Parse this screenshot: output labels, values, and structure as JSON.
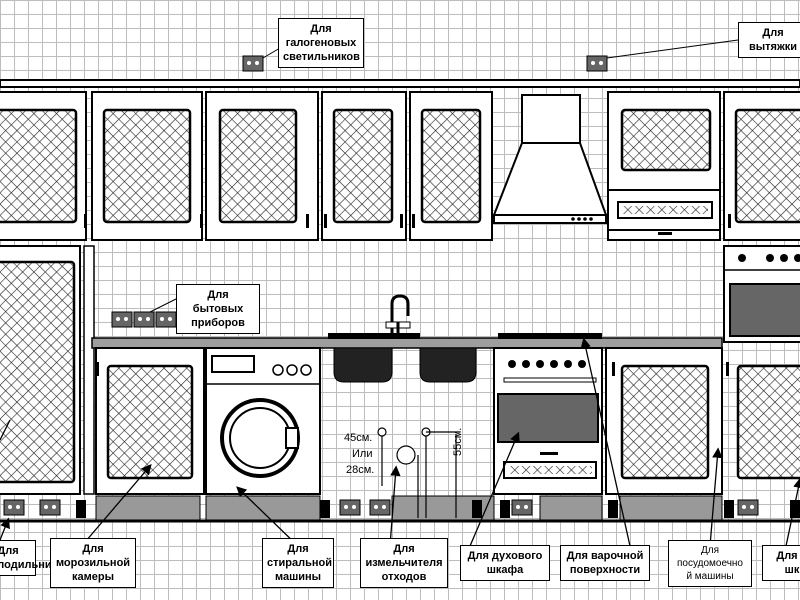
{
  "labels": {
    "halogen": "Для\nгалогеновых\nсветильников",
    "hood": "Для вытяжки",
    "appliances": "Для бытовых\nприборов",
    "fridge": "Для\nхолодильника",
    "freezer": "Для\nморозильной\nкамеры",
    "washer": "Для\nстиральной\nмашины",
    "grinder": "Для\nизмельчителя\nотходов",
    "oven": "Для духового\nшкафа",
    "cooktop": "Для варочной\nповерхности",
    "dishwasher": "Для\nпосудомоечно\nй машины",
    "right_partial": "Для д\nшк"
  },
  "dimensions": {
    "d45": "45см.",
    "or": "Или",
    "d28": "28см.",
    "d55": "55см."
  }
}
